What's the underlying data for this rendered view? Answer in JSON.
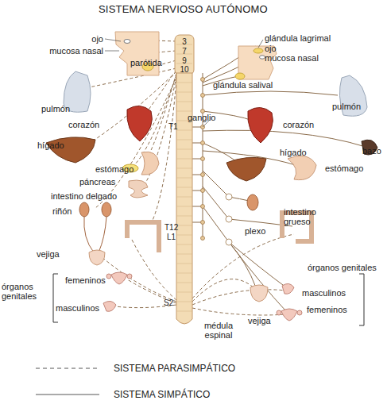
{
  "diagram": {
    "title": "SISTEMA NERVIOSO AUTÓNOMO",
    "labels": [
      "ojo",
      "mucosa nasal",
      "3",
      "7",
      "9",
      "10",
      "glándula lagrimal",
      "ojo",
      "mucosa nasal",
      "parótida",
      "glándula salival",
      "pulmón",
      "ganglio",
      "corazón",
      "pulmón",
      "corazón",
      "T1",
      "hígado",
      "bazo",
      "hígado",
      "estómago",
      "estómago",
      "páncreas",
      "intestino delgado",
      "riñón",
      "intestino grueso",
      "T12",
      "L1",
      "plexo",
      "vejiga",
      "órganos genitales",
      "órganos genitales",
      "femeninos",
      "masculinos",
      "masculinos",
      "S2",
      "femeninos",
      "vejiga",
      "médula espinal"
    ],
    "legend": [
      {
        "text": "SISTEMA PARASIMPÁTICO"
      },
      {
        "text": "SISTEMA SIMPÁTICO"
      }
    ]
  }
}
